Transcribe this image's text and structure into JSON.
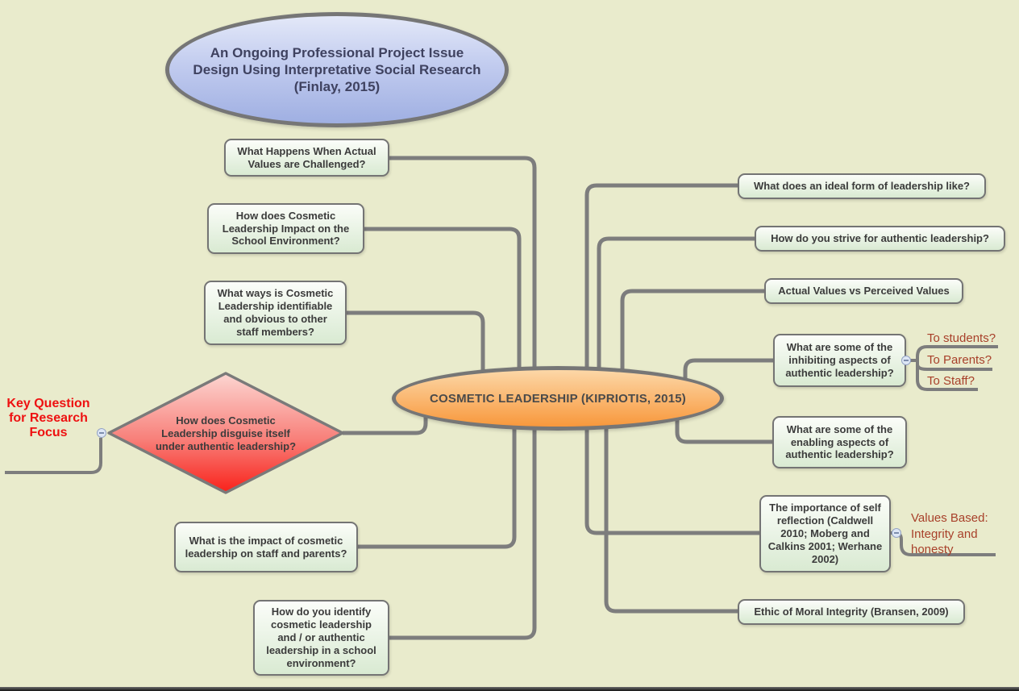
{
  "colors": {
    "background": "#e9ebcc",
    "connector_gray": "#7d7d7d",
    "central_topic_fill": "#f8983c",
    "floating_topic_fill": "#aebce8",
    "diamond_fill": "#f43b2e",
    "branch_fill": "#dcecd6",
    "key_caption_red": "#ee1111",
    "subtopic_text_brown": "#a8402a"
  },
  "floating_topic": {
    "label": "An Ongoing Professional Project Issue Design Using Interpretative Social Research (Finlay, 2015)"
  },
  "central_topic": {
    "label": "COSMETIC LEADERSHIP (KIPRIOTIS, 2015)"
  },
  "key_question": {
    "caption": "Key Question for Research Focus",
    "question": "How does Cosmetic Leadership disguise itself under authentic leadership?"
  },
  "left_branches": [
    {
      "label": "What Happens When Actual Values are Challenged?"
    },
    {
      "label": "How does Cosmetic Leadership Impact on the School Environment?"
    },
    {
      "label": "What ways is Cosmetic Leadership identifiable and obvious to other staff members?"
    },
    {
      "label": "What is the impact of cosmetic leadership on staff and parents?"
    },
    {
      "label": "How do you identify cosmetic leadership and / or authentic leadership in a school environment?"
    }
  ],
  "right_branches": [
    {
      "label": "What does an ideal form of leadership like?"
    },
    {
      "label": "How do you strive for authentic leadership?"
    },
    {
      "label": "Actual Values vs Perceived Values"
    },
    {
      "label": "What are some of the inhibiting aspects of authentic leadership?",
      "children": [
        {
          "label": "To students?"
        },
        {
          "label": "To Parents?"
        },
        {
          "label": "To Staff?"
        }
      ]
    },
    {
      "label": "What are some of the enabling aspects of authentic leadership?"
    },
    {
      "label": "The importance of self reflection (Caldwell 2010; Moberg and Calkins 2001; Werhane 2002)",
      "children": [
        {
          "label": "Values Based: Integrity and honesty"
        }
      ]
    },
    {
      "label": "Ethic of Moral Integrity (Bransen, 2009)"
    }
  ]
}
